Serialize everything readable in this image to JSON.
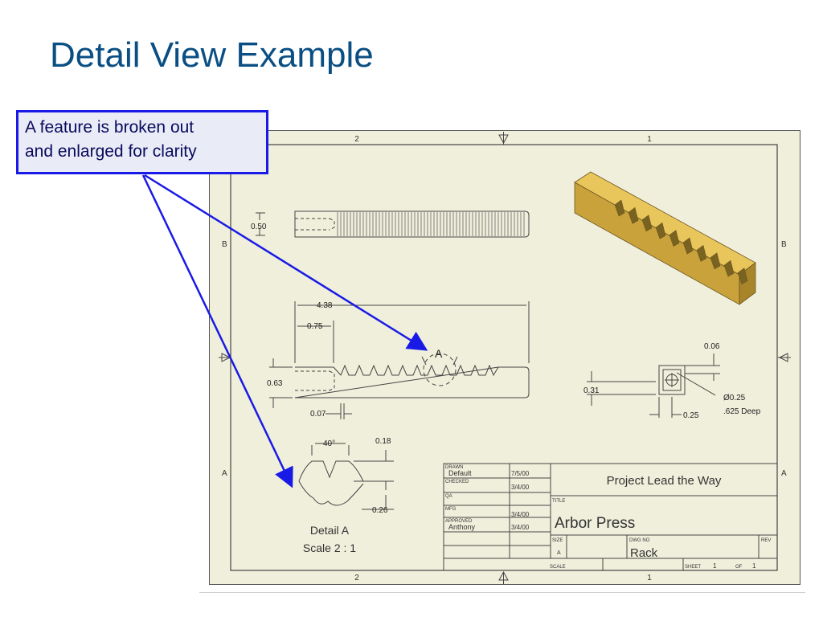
{
  "slide": {
    "title": "Detail View Example",
    "callout_lines": [
      "A feature is broken out",
      "and enlarged for clarity"
    ]
  },
  "drawing": {
    "zone_labels": {
      "col_left": "2",
      "col_right": "1",
      "row_top": "B",
      "row_bottom": "A"
    },
    "dims": {
      "d050": "0.50",
      "d438": "4.38",
      "d075": "0.75",
      "d063": "0.63",
      "d007": "0.07",
      "d006": "0.06",
      "d031": "0.31",
      "dia": "Ø0.25",
      "deep": ".625 Deep",
      "d025": "0.25",
      "d018": "0.18",
      "d026": "0.26",
      "angle": "40°"
    },
    "detail_marker": "A",
    "detail_caption": "Detail A",
    "detail_scale": "Scale  2 : 1",
    "title_block": {
      "drawn_label": "DRAWN",
      "drawn_name": "Default",
      "drawn_date": "7/5/00",
      "checked_label": "CHECKED",
      "checked_date": "3/4/00",
      "qa_label": "QA",
      "mfg_label": "MFG",
      "mfg_date": "3/4/00",
      "approved_label": "APPROVED",
      "approved_name": "Anthony",
      "approved_date": "3/4/00",
      "company": "Project Lead the Way",
      "title_label": "TITLE",
      "title": "Arbor Press",
      "size_label": "SIZE",
      "size": "A",
      "dwg_label": "DWG NO",
      "dwg_no": "Rack",
      "rev_label": "REV",
      "scale_label": "SCALE",
      "sheet_label": "SHEET",
      "sheet_no": "1",
      "of_label": "OF",
      "sheet_total": "1"
    }
  },
  "colors": {
    "title": "#0a4f84",
    "callout_border": "#1a1ae6",
    "callout_bg": "#e9ecf7",
    "paper": "#f0efdc",
    "arrow": "#1a1ae6",
    "gear": "#d9b44a"
  }
}
